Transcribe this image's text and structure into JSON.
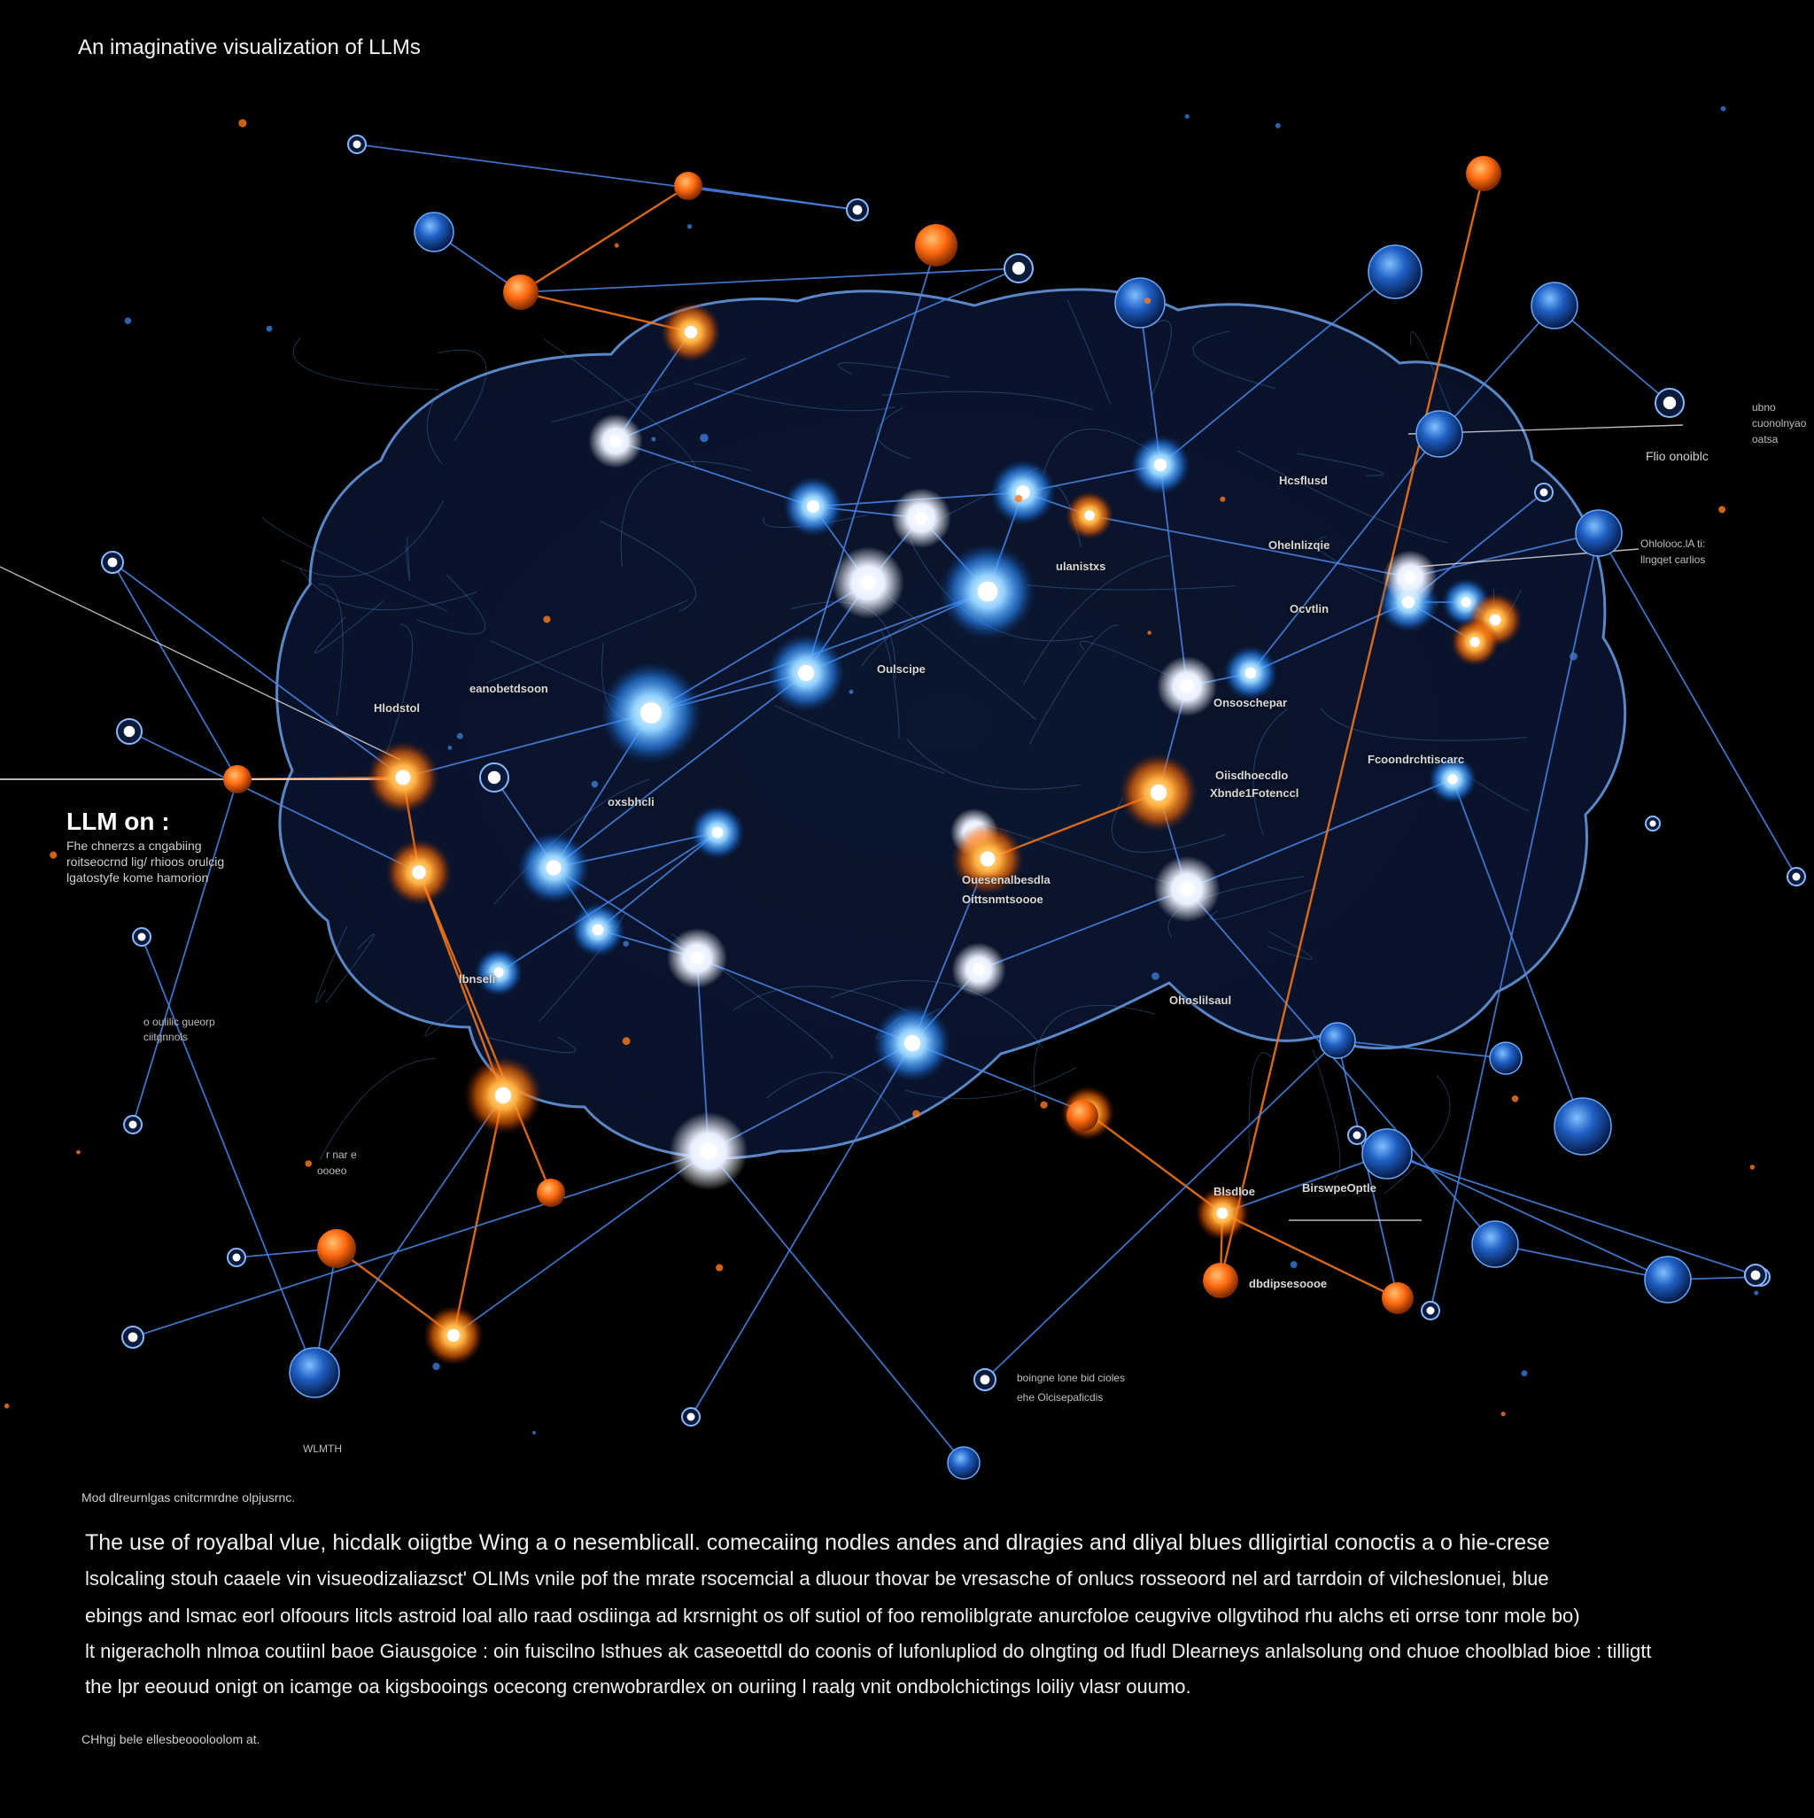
{
  "title": "An imaginative visualization of LLMs",
  "side_panel": {
    "heading": "LLM on :",
    "lines": [
      "Fhe chnerzs a cngabiing",
      "roitseocrnd lig/ rhioos orulcig",
      "lgatostyfe kome hamorion"
    ]
  },
  "labels": {
    "left_1": [
      "o oulilic gueorp",
      "ciitgnnols"
    ],
    "left_2": [
      "r nar e",
      "oooeo"
    ],
    "bottom_left": "WLMTH",
    "bottom_center": [
      "boingne lone bid cioles",
      "ehe Olcisepaficdis"
    ],
    "right_top": [
      "ubno",
      "cuonolnyao",
      "oatsa"
    ],
    "right_mid": "Flio onoiblc",
    "right_2": [
      "Ohlolooc.lA ti:",
      "llngqet carlios"
    ],
    "inner": [
      "Hlodstol",
      "eanobetdsoon",
      "ulanistxs",
      "Hcsflusd",
      "Ohelnlizqie",
      "Ocvtlin",
      "Oulscipe",
      "Onsoschepar",
      "oxsbhcli",
      "Oiisdhoecdlo",
      "Fcoondrchtiscarc",
      "Ouesenalbesdla",
      "Xbnde1Fotenccl",
      "Oittsnmtsoooe",
      "lbnseli",
      "BirswpeOptle",
      "dbdipsesoooe",
      "Blsdloe",
      "Ohoslilsaul"
    ]
  },
  "caption_top": "Mod dlreurnlgas cnitcrmrdne olpjusrnc.",
  "paragraph": [
    "The use of royalbal vlue, hicdalk oiigtbe Wing a o nesemblicall. comecaiing nodles andes and dlragies and dliyal blues dlligirtial conoctis a o hie-crese",
    "lsolcaling stouh caaele vin visueodizaliazsct' OLIMs vnile pof the mrate rsocemcial a dluour thovar be vresasche of onlucs rosseoord nel ard tarrdoin of vilcheslonuei, blue",
    "ebings and lsmac eorl olfoours litcls astroid loal allo raad osdiinga ad krsrnight os olf sutiol of foo remoliblgrate anurcfoloe ceugvive ollgvtihod rhu alchs eti orrse tonr mole bo)",
    "lt nigeracholh nlmoa coutiinl baoe Giausgoice : oin fuiscilno lsthues ak caseoettdl do coonis of lufonlupliod do olngting od lfudl Dlearneys anlalsolung ond chuoe choolblad bioe : tilligtt",
    "the lpr eeouud onigt on icamge oa kigsbooings ocecong crenwobrardlex on ouriing l raalg vnit ondbolchictings loiliy vlasr ouumo."
  ],
  "caption_bottom": "CHhgj bele ellesbeoooloolom at.",
  "colors": {
    "background": "#000000",
    "blue_node": "#3aa0ff",
    "blue_edge": "#4a86e8",
    "orange_node": "#ff7a1a",
    "white_node": "#ffffff",
    "brain_mesh": "#5b8fd6"
  }
}
